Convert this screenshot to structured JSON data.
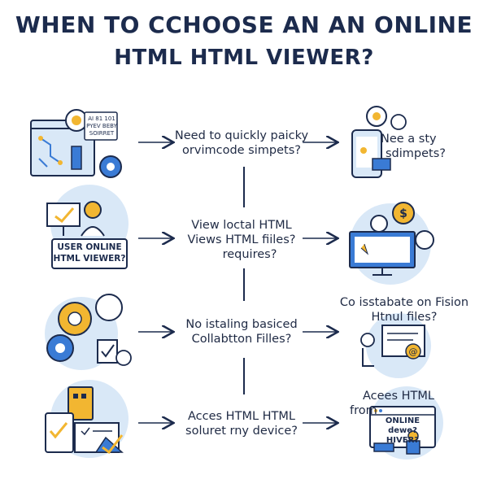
{
  "title": {
    "line1": "WHEN TO CCHOOSE AN AN ONLINE",
    "line2": "HTML HTML VIEWER?"
  },
  "rows": [
    {
      "question": [
        "Need to quickly paicky",
        "orvimcode simpets?"
      ],
      "answer": [
        "Nee a sty",
        "sdimpets?"
      ],
      "left_icon_text": [
        "AI 81 101",
        "PYEV BEBY",
        "SOIRRET"
      ]
    },
    {
      "question": [
        "View loctal HTML",
        "Views HTML fiiles?",
        "requires?"
      ],
      "answer": [],
      "left_icon_text": [
        "USER ONLINE",
        "HTML VIEWER?"
      ]
    },
    {
      "question": [
        "No istaling basiced",
        "Collabtton Filles?"
      ],
      "answer": [
        "Co isstabate on Fision",
        "Htnul files?"
      ],
      "left_icon_text": []
    },
    {
      "question": [
        "Acces HTML HTML",
        "soluret rny device?"
      ],
      "answer": [
        "Acees HTML",
        "from"
      ],
      "right_icon_text": [
        "ONLINE",
        "dewe? HIVER?"
      ]
    }
  ],
  "colors": {
    "navy": "#1c2b4d",
    "blue": "#3a7bd5",
    "yellow": "#f2b631",
    "light_blue": "#d9e8f7"
  }
}
